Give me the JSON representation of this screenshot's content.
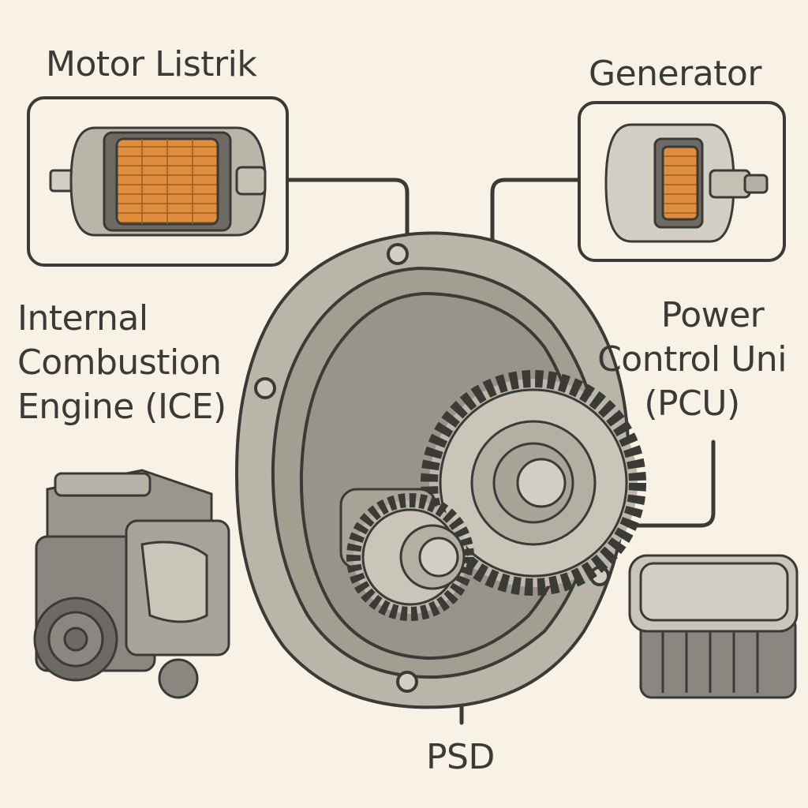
{
  "labels": {
    "motor": "Motor Listrik",
    "generator": "Generator",
    "ice": [
      "Internal",
      "Combustion",
      "Engine (ICE)"
    ],
    "pcu": [
      "Power",
      "Control Uni",
      "(PCU)"
    ],
    "psd": "PSD"
  },
  "colors": {
    "background": "#f8f1e5",
    "outline": "#3a3a36",
    "metal": "#c9c5b8",
    "metal_dark": "#8e8a80",
    "copper": "#d98a3a",
    "gear": "#bdb8ab",
    "engine": "#8a8680"
  }
}
